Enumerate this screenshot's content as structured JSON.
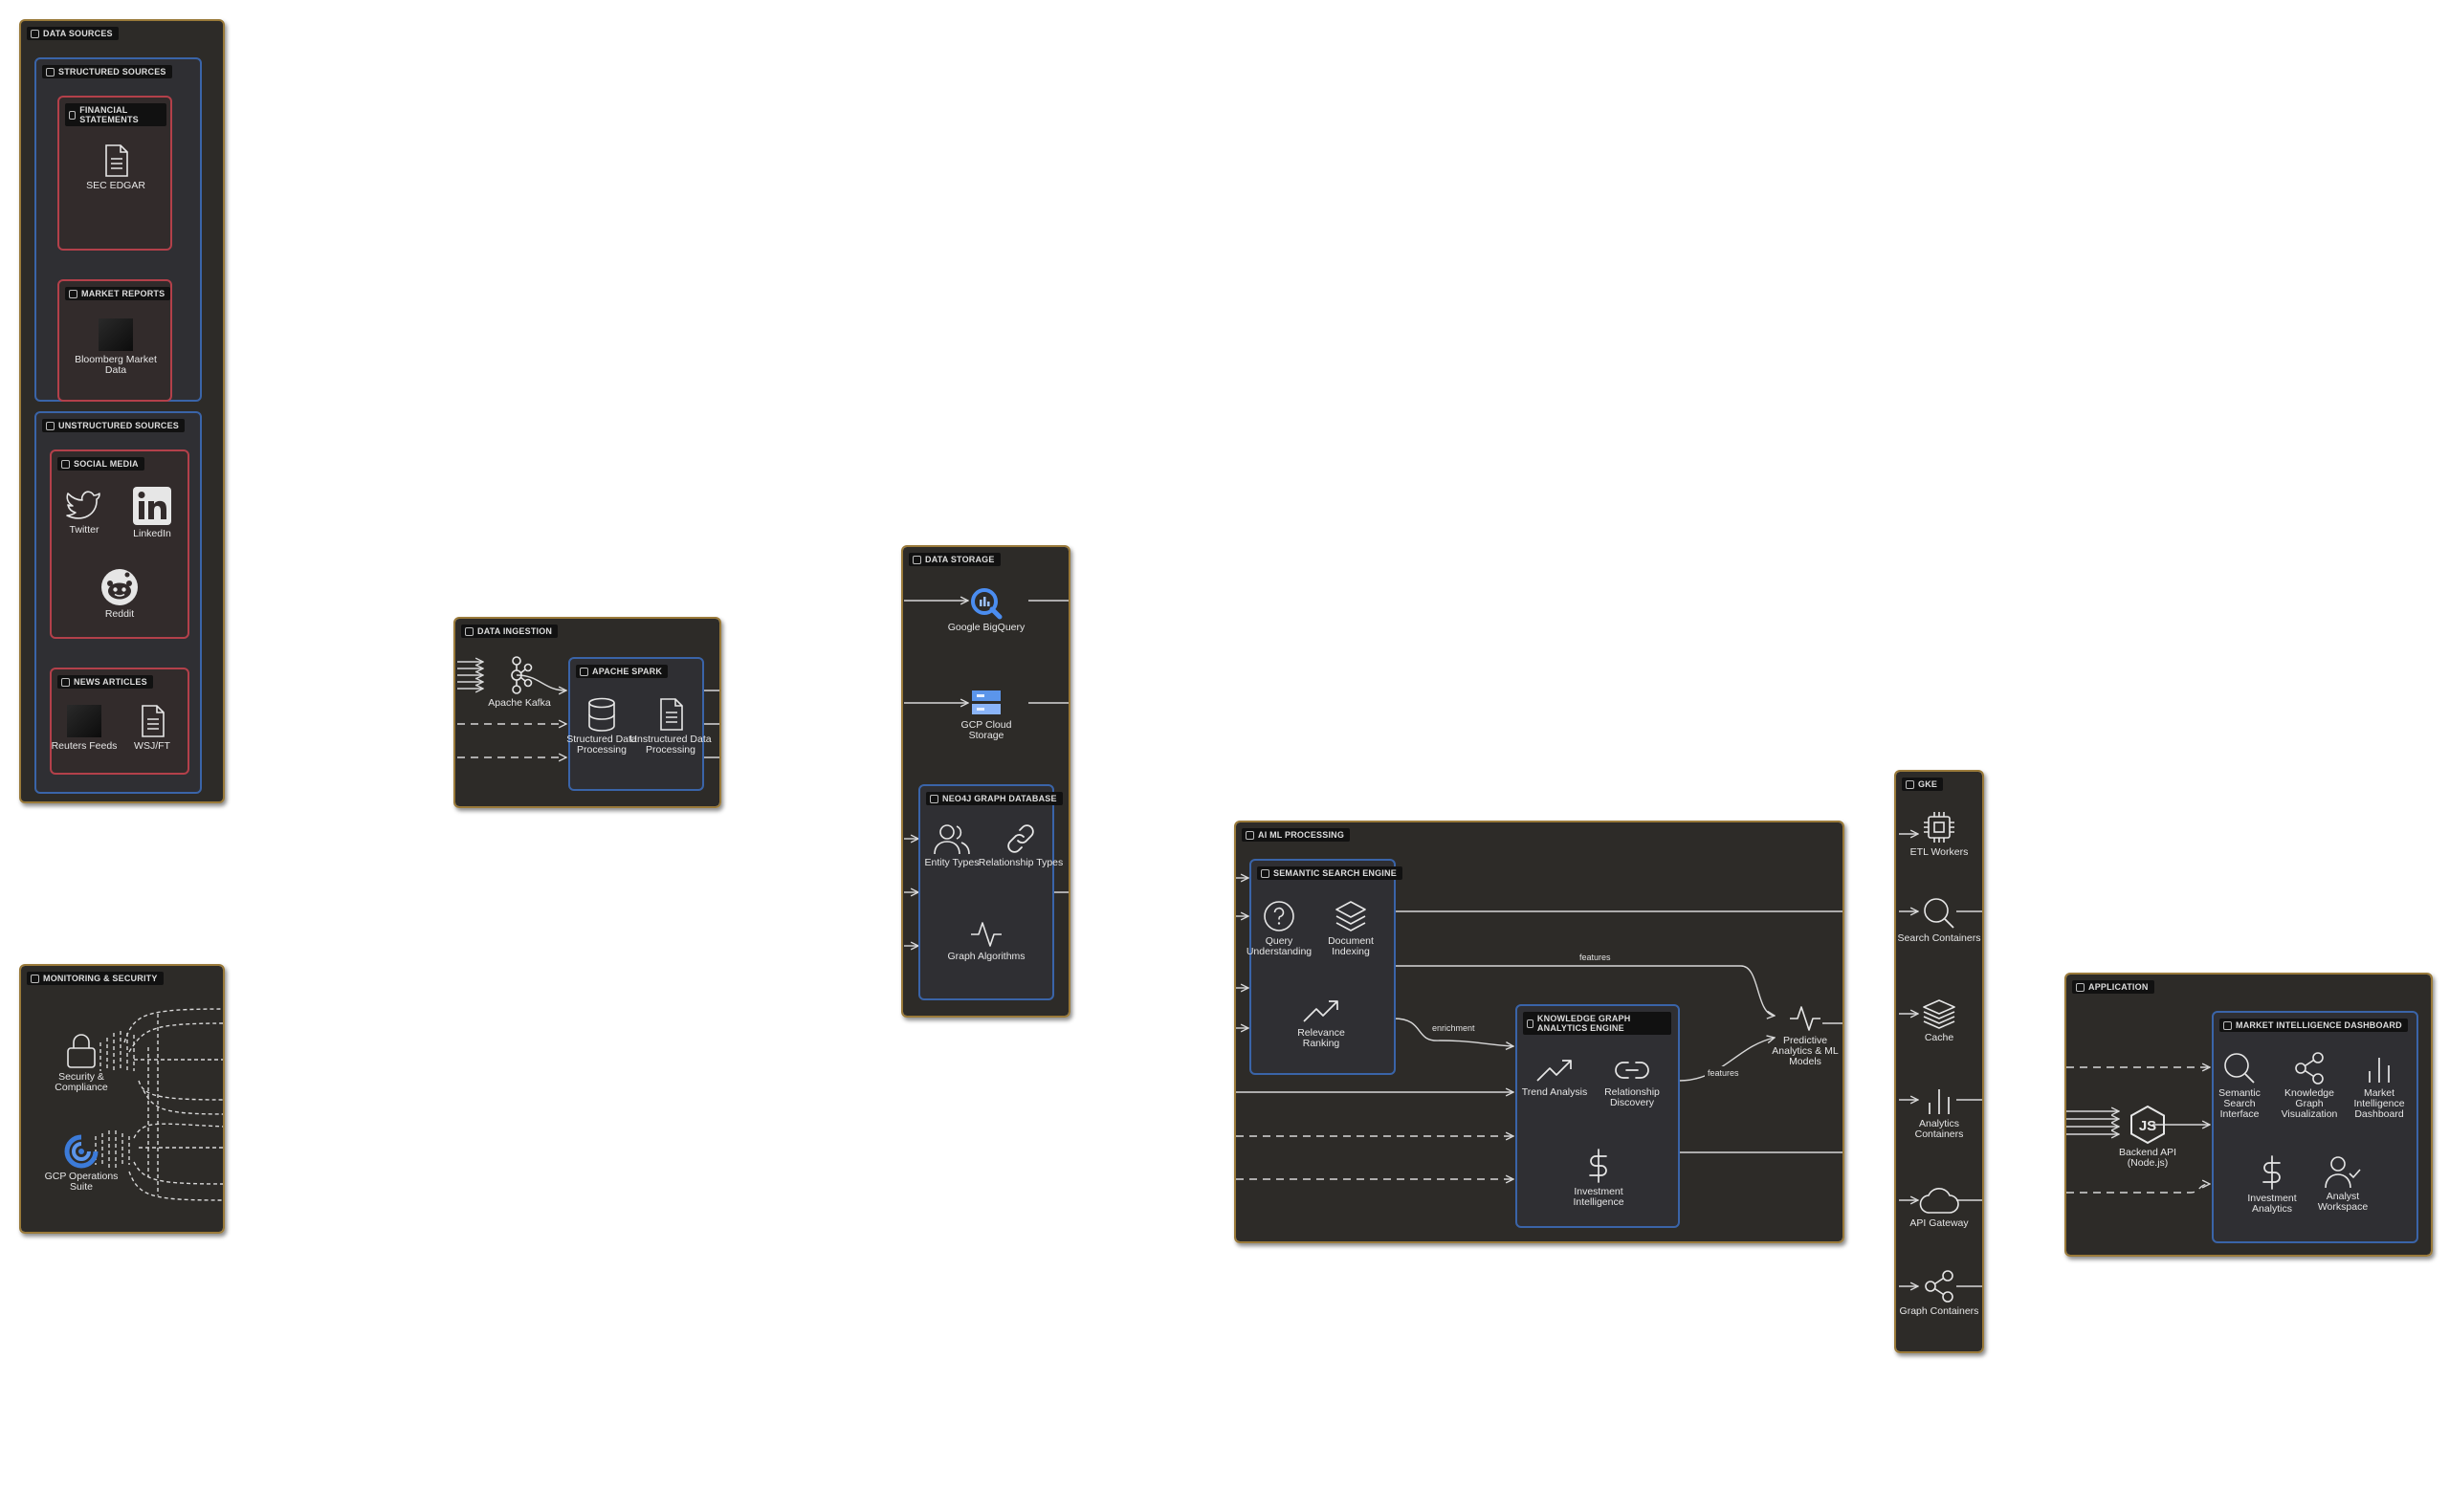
{
  "panels": {
    "data_sources": {
      "title": "DATA SOURCES",
      "structured": {
        "title": "STRUCTURED SOURCES",
        "financial": {
          "title": "FINANCIAL STATEMENTS",
          "node": "SEC EDGAR"
        },
        "market": {
          "title": "MARKET REPORTS",
          "node": "Bloomberg Market Data"
        }
      },
      "unstructured": {
        "title": "UNSTRUCTURED SOURCES",
        "social": {
          "title": "SOCIAL MEDIA",
          "twitter": "Twitter",
          "linkedin": "LinkedIn",
          "reddit": "Reddit"
        },
        "news": {
          "title": "NEWS ARTICLES",
          "reuters": "Reuters Feeds",
          "wsj": "WSJ/FT"
        }
      }
    },
    "monitoring": {
      "title": "MONITORING & SECURITY",
      "security": "Security & Compliance",
      "gcp_ops": "GCP Operations Suite"
    },
    "ingestion": {
      "title": "DATA INGESTION",
      "kafka": "Apache Kafka",
      "spark": {
        "title": "APACHE SPARK",
        "structured": "Structured Data Processing",
        "unstructured": "Unstructured Data Processing"
      }
    },
    "storage": {
      "title": "DATA STORAGE",
      "bigquery": "Google BigQuery",
      "gcs": "GCP Cloud Storage",
      "neo4j": {
        "title": "NEO4J GRAPH DATABASE",
        "entity": "Entity Types",
        "relationship": "Relationship Types",
        "algorithms": "Graph Algorithms"
      }
    },
    "ai": {
      "title": "AI ML PROCESSING",
      "semantic": {
        "title": "SEMANTIC SEARCH ENGINE",
        "query": "Query Understanding",
        "doc": "Document Indexing",
        "ranking": "Relevance Ranking"
      },
      "kg": {
        "title": "KNOWLEDGE GRAPH ANALYTICS ENGINE",
        "trend": "Trend Analysis",
        "relationship": "Relationship Discovery",
        "investment": "Investment Intelligence"
      },
      "predictive": "Predictive Analytics & ML Models",
      "edge_features_top": "features",
      "edge_features_bottom": "features",
      "edge_enrichment": "enrichment"
    },
    "gke": {
      "title": "GKE",
      "etl": "ETL Workers",
      "search": "Search Containers",
      "cache": "Cache",
      "analytics": "Analytics Containers",
      "gateway": "API Gateway",
      "graph": "Graph Containers"
    },
    "application": {
      "title": "APPLICATION",
      "backend": "Backend API (Node.js)",
      "dashboard": {
        "title": "MARKET INTELLIGENCE DASHBOARD",
        "semantic": "Semantic Search Interface",
        "kg_viz": "Knowledge Graph Visualization",
        "mi_dash": "Market Intelligence Dashboard",
        "inv_analytics": "Investment Analytics",
        "analyst": "Analyst Workspace"
      }
    }
  },
  "colors": {
    "panel_bg": "#2d2b28",
    "panel_border": "#9a7a3a",
    "blue_group": "#3a64a8",
    "red_group": "#b3404a",
    "line": "#d8d8d8"
  }
}
